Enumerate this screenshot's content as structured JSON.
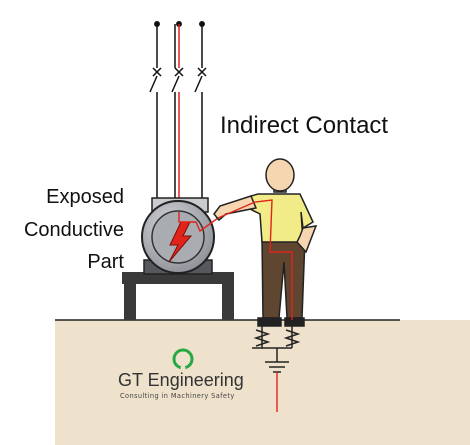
{
  "title": "Indirect Contact",
  "label_lines": [
    "Exposed",
    "Conductive",
    "Part"
  ],
  "logo": {
    "name": "GT Engineering",
    "tagline": "Consulting in Machinery Safety",
    "ring_color": "#27a844"
  },
  "colors": {
    "fault_path": "#e2231a",
    "ground": "#efe2cc",
    "shirt": "#f2ec88",
    "trousers": "#5e4630",
    "skin": "#f6d6b0",
    "motor_body": "#9ea1a6"
  },
  "icons": [
    "lightning-icon",
    "ground-symbol-icon",
    "switch-icon"
  ]
}
